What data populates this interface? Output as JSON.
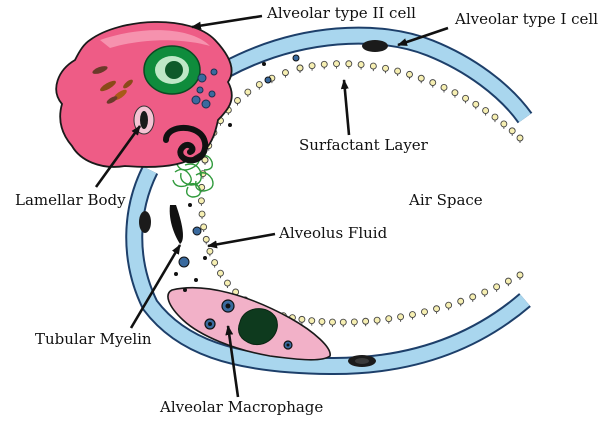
{
  "labels": {
    "type2": "Alveolar type II cell",
    "type1": "Alveolar type I cell",
    "surfactant": "Surfactant Layer",
    "airspace": "Air Space",
    "lamellar": "Lamellar Body",
    "fluid": "Alveolus Fluid",
    "myelin": "Tubular Myelin",
    "macrophage": "Alveolar Macrophage"
  },
  "colors": {
    "wall_fill": "#a9d6ee",
    "wall_stroke": "#1d3f6a",
    "type2_fill": "#ee5c86",
    "type2_light": "#f7a0b8",
    "nucleus": "#0f8c3c",
    "nucleus_light": "#bfe8c7",
    "macrophage_fill": "#f2b1c8",
    "surfactant_head": "#f6efb2",
    "myelin_green": "#2f9a3b",
    "dark": "#111111"
  }
}
